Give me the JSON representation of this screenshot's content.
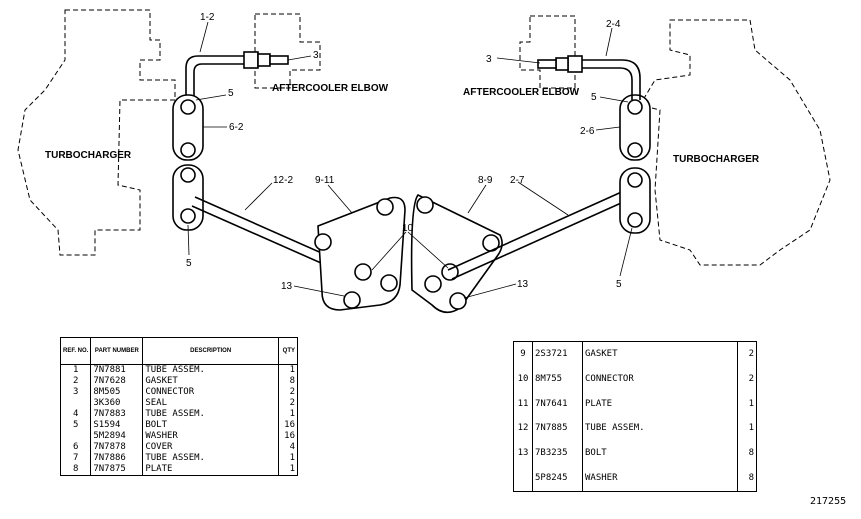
{
  "labels": {
    "aftercooler_left": "AFTERCOOLER ELBOW",
    "aftercooler_right": "AFTERCOOLER ELBOW",
    "turbo_left": "TURBOCHARGER",
    "turbo_right": "TURBOCHARGER"
  },
  "callouts": {
    "c_1_2": "1-2",
    "c_3_left": "3",
    "c_5_left_top": "5",
    "c_6_2": "6-2",
    "c_12_2": "12-2",
    "c_9_11": "9-11",
    "c_5_left_bottom": "5",
    "c_13_left": "13",
    "c_10": "10",
    "c_2_4": "2-4",
    "c_3_right": "3",
    "c_5_right_top": "5",
    "c_2_6": "2-6",
    "c_8_9": "8-9",
    "c_2_7": "2-7",
    "c_13_right": "13",
    "c_5_right_bottom": "5"
  },
  "table_left": {
    "headers": {
      "ref": "REF. NO.",
      "part": "PART NUMBER",
      "desc": "DESCRIPTION",
      "qty": "QTY"
    },
    "rows": [
      {
        "ref": "1",
        "part": "7N7881",
        "desc": "TUBE ASSEM.",
        "qty": "1"
      },
      {
        "ref": "2",
        "part": "7N7628",
        "desc": "GASKET",
        "qty": "8"
      },
      {
        "ref": "3",
        "part": "8M505",
        "desc": "CONNECTOR",
        "qty": "2"
      },
      {
        "ref": "",
        "part": "3K360",
        "desc": "SEAL",
        "qty": "2"
      },
      {
        "ref": "4",
        "part": "7N7883",
        "desc": "TUBE ASSEM.",
        "qty": "1"
      },
      {
        "ref": "5",
        "part": "S1594",
        "desc": "BOLT",
        "qty": "16"
      },
      {
        "ref": "",
        "part": "5M2894",
        "desc": "WASHER",
        "qty": "16"
      },
      {
        "ref": "6",
        "part": "7N7878",
        "desc": "COVER",
        "qty": "4"
      },
      {
        "ref": "7",
        "part": "7N7886",
        "desc": "TUBE ASSEM.",
        "qty": "1"
      },
      {
        "ref": "8",
        "part": "7N7875",
        "desc": "PLATE",
        "qty": "1"
      }
    ]
  },
  "table_right": {
    "rows": [
      {
        "ref": "9",
        "part": "2S3721",
        "desc": "GASKET",
        "qty": "2"
      },
      {
        "ref": "10",
        "part": "8M755",
        "desc": "CONNECTOR",
        "qty": "2"
      },
      {
        "ref": "11",
        "part": "7N7641",
        "desc": "PLATE",
        "qty": "1"
      },
      {
        "ref": "12",
        "part": "7N7885",
        "desc": "TUBE ASSEM.",
        "qty": "1"
      },
      {
        "ref": "13",
        "part": "7B3235",
        "desc": "BOLT",
        "qty": "8"
      },
      {
        "ref": "",
        "part": "5P8245",
        "desc": "WASHER",
        "qty": "8"
      }
    ]
  },
  "figure_number": "217255"
}
